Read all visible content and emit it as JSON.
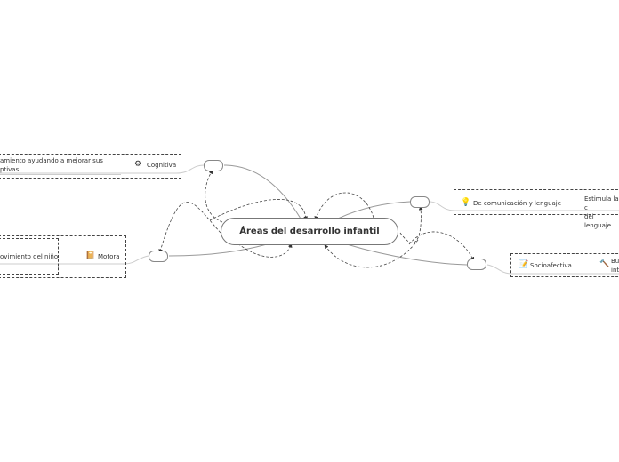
{
  "central": {
    "title": "Áreas del desarrollo infantil"
  },
  "branches": {
    "cognitiva": {
      "label": "Cognitiva",
      "icon": "gears-icon",
      "detail": "amiento ayudando a mejorar sus\nptivas"
    },
    "motora": {
      "label": "Motora",
      "icon": "book-icon",
      "detail": "ovimiento del niño"
    },
    "comunicacion": {
      "label": "De comunicación y lenguaje",
      "icon": "lightbulb-icon",
      "detail": "Estimula la c\ndel lenguaje"
    },
    "socioafectiva": {
      "label": "Socioafectiva",
      "icon": "notepad-icon",
      "detail": "Bu\nint",
      "detail_icon": "gavel-icon"
    }
  },
  "colors": {
    "line": "#aaaaaa",
    "dashed": "#444444",
    "node_border": "#777777"
  }
}
